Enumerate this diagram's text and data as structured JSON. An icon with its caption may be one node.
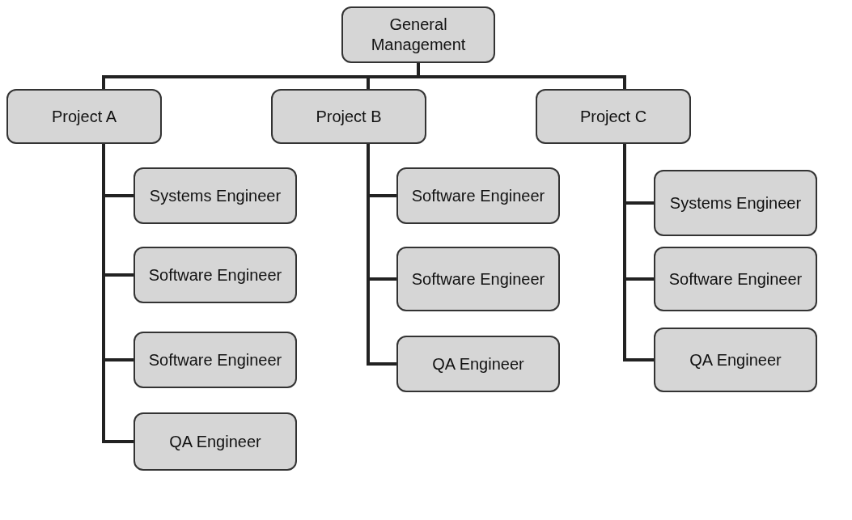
{
  "diagram": {
    "nodes": [
      {
        "text": [
          "General Management"
        ]
      },
      {
        "text": [
          "Project A"
        ]
      },
      {
        "text": [
          "Systems Engineer"
        ]
      },
      {
        "text": [
          "Software Engineer"
        ]
      },
      {
        "text": [
          "Software Engineer"
        ]
      },
      {
        "text": [
          "QA Engineer"
        ]
      },
      {
        "text": [
          "Project B"
        ]
      },
      {
        "text": [
          "Software Engineer"
        ]
      },
      {
        "text": [
          "Software Engineer"
        ]
      },
      {
        "text": [
          "QA Engineer"
        ]
      },
      {
        "text": [
          "Project C"
        ]
      },
      {
        "text": [
          "Systems Engineer"
        ]
      },
      {
        "text": [
          "Software Engineer"
        ]
      },
      {
        "text": [
          "QA Engineer"
        ]
      }
    ],
    "edges": [
      {
        "from": 0,
        "to": 1,
        "arrow": "none"
      },
      {
        "from": 0,
        "to": 6,
        "arrow": "none"
      },
      {
        "from": 0,
        "to": 10,
        "arrow": "none"
      },
      {
        "from": 1,
        "to": 2,
        "arrow": "none"
      },
      {
        "from": 1,
        "to": 3,
        "arrow": "none"
      },
      {
        "from": 1,
        "to": 4,
        "arrow": "none"
      },
      {
        "from": 1,
        "to": 5,
        "arrow": "none"
      },
      {
        "from": 6,
        "to": 7,
        "arrow": "none"
      },
      {
        "from": 6,
        "to": 8,
        "arrow": "none"
      },
      {
        "from": 6,
        "to": 9,
        "arrow": "none"
      },
      {
        "from": 10,
        "to": 11,
        "arrow": "none"
      },
      {
        "from": 10,
        "to": 12,
        "arrow": "none"
      },
      {
        "from": 10,
        "to": 13,
        "arrow": "none"
      }
    ]
  }
}
